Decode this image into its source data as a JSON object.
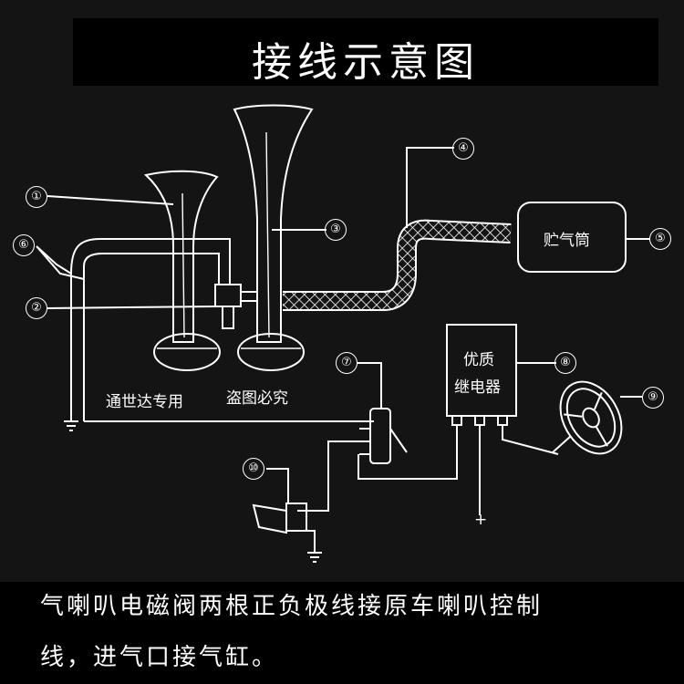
{
  "title": "接线示意图",
  "labels": {
    "air_tank": "贮气筒",
    "relay_line1": "优质",
    "relay_line2": "继电器",
    "watermark_left": "通世达专用",
    "watermark_right": "盗图必究",
    "positive": "+"
  },
  "callouts": [
    "①",
    "②",
    "③",
    "④",
    "⑤",
    "⑥",
    "⑦",
    "⑧",
    "⑨",
    "⑩"
  ],
  "note": {
    "line1": "气喇叭电磁阀两根正负极线接原车喇叭控制",
    "line2": "线，进气口接气缸。"
  },
  "colors": {
    "background": "#141414",
    "line": "#ffffff",
    "bar": "#000000"
  }
}
